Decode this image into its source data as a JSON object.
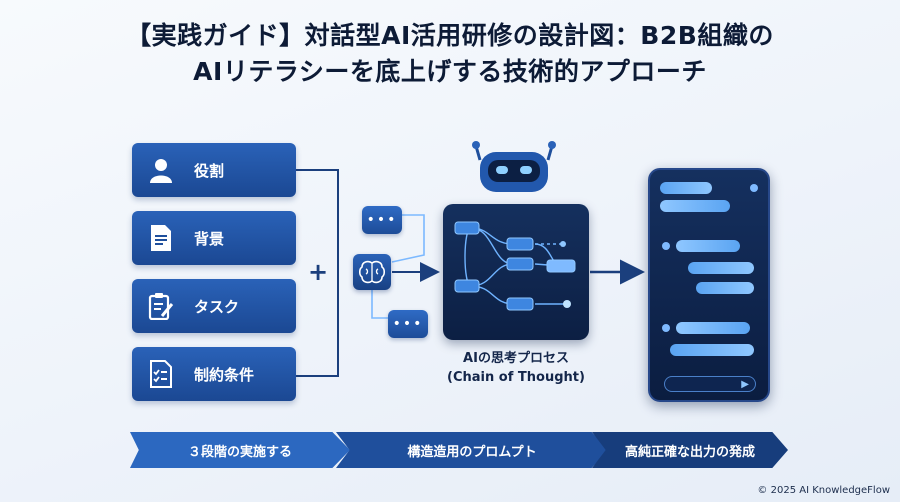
{
  "title": {
    "line1": "【実践ガイド】対話型AI活用研修の設計図：B2B組織の",
    "line2": "AIリテラシーを底上げする技術的アプローチ"
  },
  "inputs": [
    {
      "label": "役割",
      "icon": "person-icon"
    },
    {
      "label": "背景",
      "icon": "document-icon"
    },
    {
      "label": "タスク",
      "icon": "clipboard-icon"
    },
    {
      "label": "制約条件",
      "icon": "checklist-icon"
    }
  ],
  "plus_sign": "+",
  "bubble_text": "•••",
  "process": {
    "caption_line1": "AIの思考プロセス",
    "caption_line2": "(Chain of Thought)"
  },
  "steps": [
    {
      "label": "３段階の実施する"
    },
    {
      "label": "構造造用のプロムプト"
    },
    {
      "label": "高純正確な出力の発成"
    }
  ],
  "footer": "© 2025 AI KnowledgeFlow",
  "colors": {
    "primary": "#2a62b8",
    "dark_panel": "#0c1f43",
    "accent_glow": "#7fbaff",
    "connector": "#1b3f7d"
  }
}
